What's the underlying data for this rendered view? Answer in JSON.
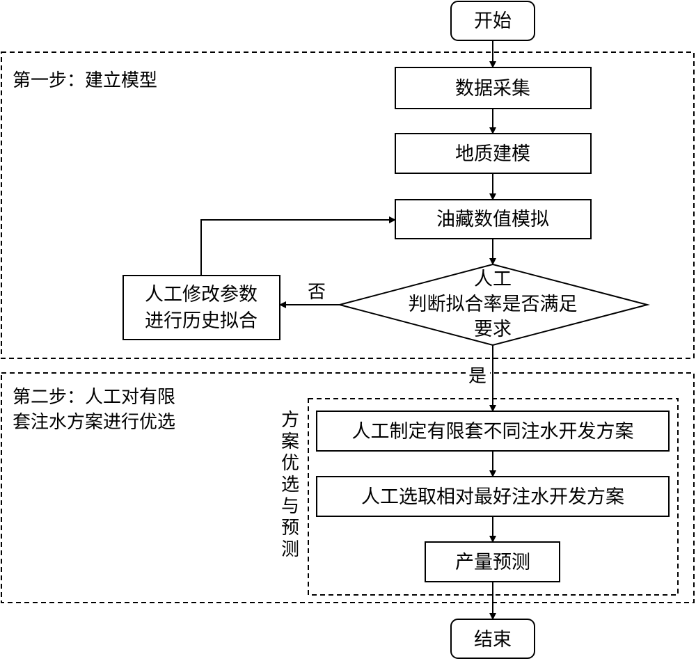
{
  "nodes": {
    "start": "开始",
    "data_collection": "数据采集",
    "geo_modeling": "地质建模",
    "reservoir_sim": "油藏数值模拟",
    "decision": [
      "人工",
      "判断拟合率是否满足",
      "要求"
    ],
    "history_match": [
      "人工修改参数",
      "进行历史拟合"
    ],
    "make_schemes": "人工制定有限套不同注水开发方案",
    "choose_scheme": "人工选取相对最好注水开发方案",
    "production_forecast": "产量预测",
    "end": "结束"
  },
  "edge_labels": {
    "no": "否",
    "yes": "是"
  },
  "stages": {
    "step1": "第一步：建立模型",
    "step2": [
      "第二步：人工对有限",
      "套注水方案进行优选"
    ],
    "inner": [
      "方",
      "案",
      "优",
      "选",
      "与",
      "预",
      "测"
    ]
  }
}
